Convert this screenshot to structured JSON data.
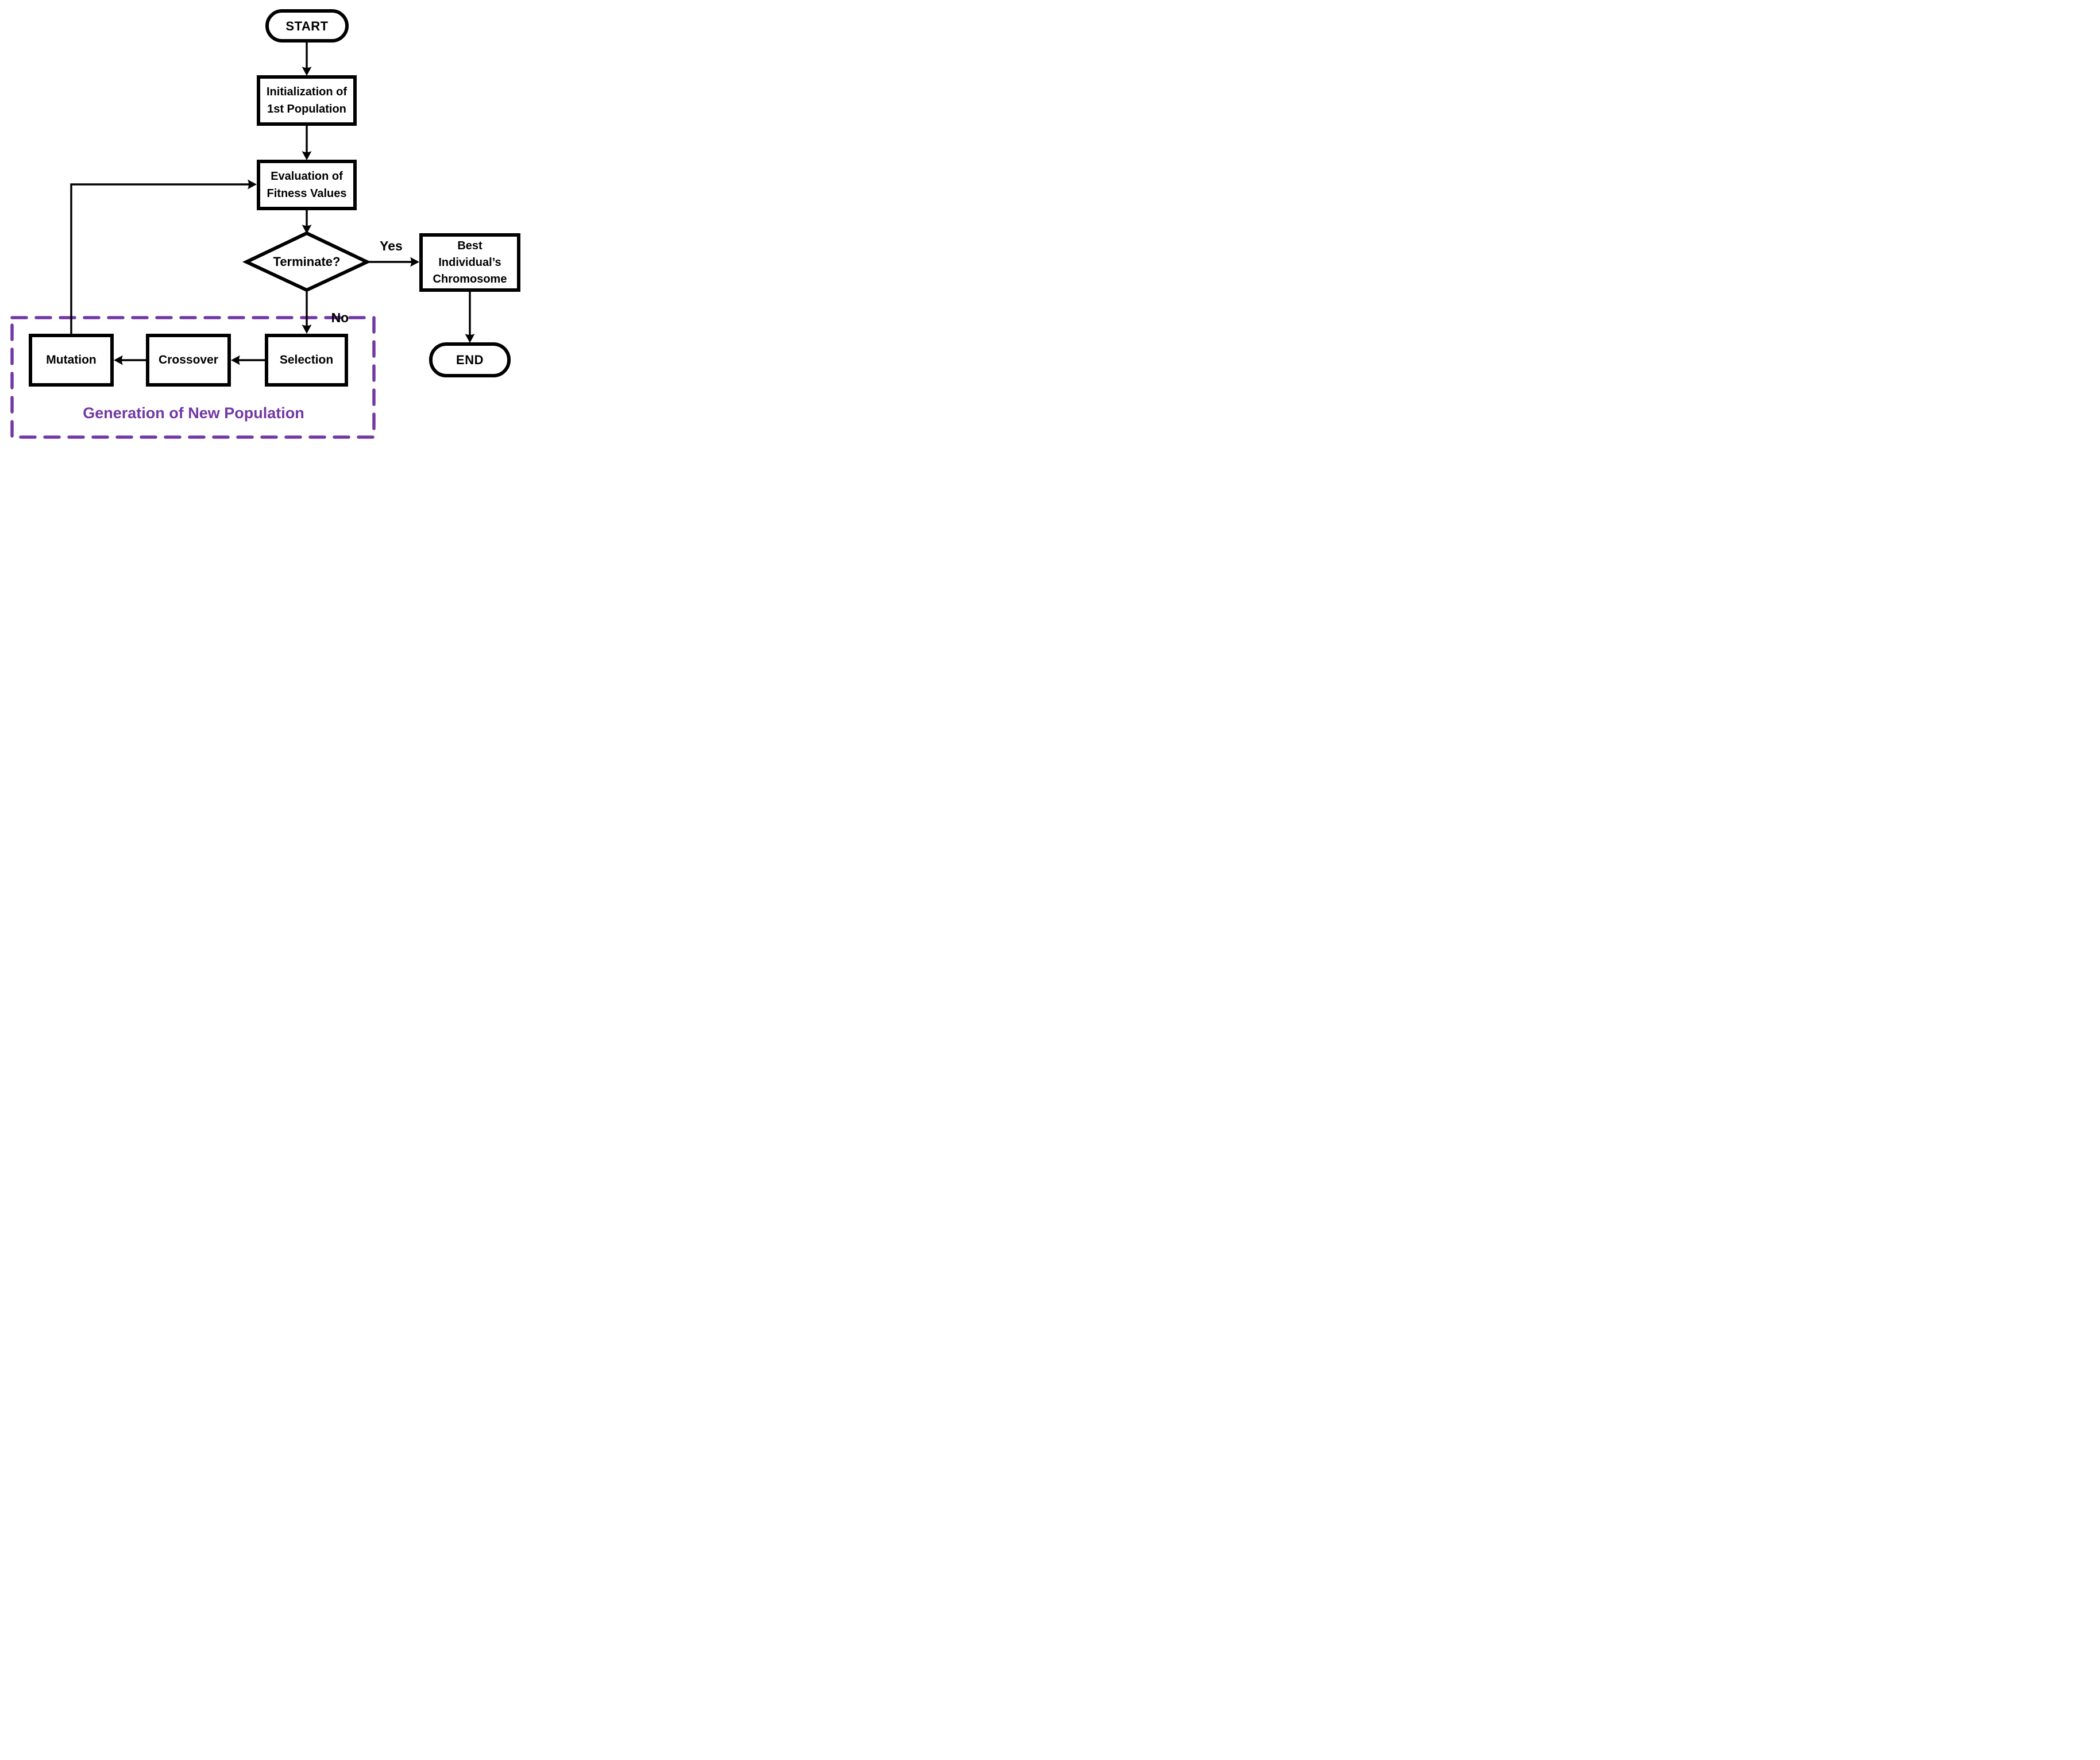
{
  "figure_type": "flowchart",
  "title": "Genetic Algorithm Flowchart",
  "colors": {
    "background": "#FFFFFF",
    "shape_stroke": "#000000",
    "text": "#000000",
    "group_accent": "#7238A4"
  },
  "nodes": {
    "start": {
      "label": "START",
      "shape": "terminator"
    },
    "initialization": {
      "label": "Initialization of\n1st Population",
      "shape": "process"
    },
    "evaluation": {
      "label": "Evaluation of\nFitness Values",
      "shape": "process"
    },
    "terminate": {
      "label": "Terminate?",
      "shape": "decision"
    },
    "best_chromosome": {
      "label": "Best\nIndividual’s\nChromosome",
      "shape": "process"
    },
    "end": {
      "label": "END",
      "shape": "terminator"
    },
    "selection": {
      "label": "Selection",
      "shape": "process"
    },
    "crossover": {
      "label": "Crossover",
      "shape": "process"
    },
    "mutation": {
      "label": "Mutation",
      "shape": "process"
    }
  },
  "edges": [
    {
      "from": "start",
      "to": "initialization",
      "label": ""
    },
    {
      "from": "initialization",
      "to": "evaluation",
      "label": ""
    },
    {
      "from": "evaluation",
      "to": "terminate",
      "label": ""
    },
    {
      "from": "terminate",
      "to": "best_chromosome",
      "label": "Yes"
    },
    {
      "from": "terminate",
      "to": "selection",
      "label": "No"
    },
    {
      "from": "best_chromosome",
      "to": "end",
      "label": ""
    },
    {
      "from": "selection",
      "to": "crossover",
      "label": ""
    },
    {
      "from": "crossover",
      "to": "mutation",
      "label": ""
    },
    {
      "from": "mutation",
      "to": "evaluation",
      "label": ""
    }
  ],
  "group": {
    "label": "Generation of New Population",
    "border_color": "#7238A4",
    "border_style": "dashed",
    "members": [
      "selection",
      "crossover",
      "mutation"
    ]
  }
}
